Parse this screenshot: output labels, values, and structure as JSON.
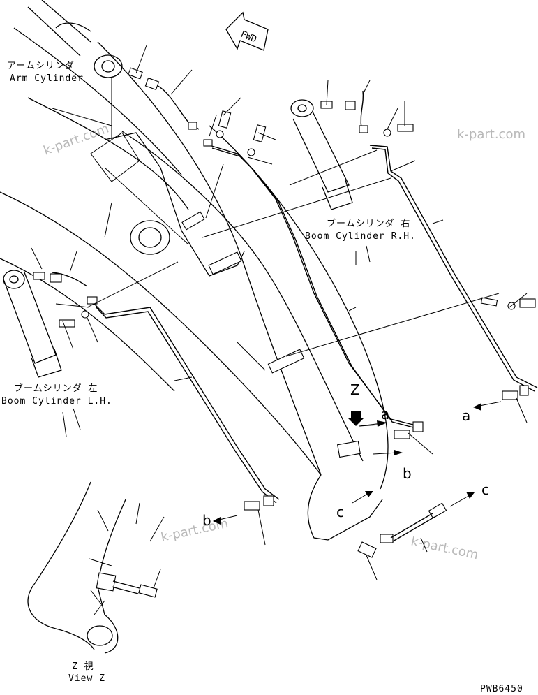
{
  "fwd_label": "FWD",
  "labels": {
    "arm_cylinder_jp": "アームシリンダ",
    "arm_cylinder_en": "Arm Cylinder",
    "boom_rh_jp": "ブームシリンダ 右",
    "boom_rh_en": "Boom Cylinder R.H.",
    "boom_lh_jp": "ブームシリンダ 左",
    "boom_lh_en": "Boom Cylinder L.H.",
    "view_z_jp": "Z 視",
    "view_z_en": "View Z",
    "z_marker": "Z"
  },
  "connection_letters": [
    "a",
    "a",
    "b",
    "b",
    "c",
    "c"
  ],
  "watermarks": [
    "k-part.com",
    "k-part.com",
    "k-part.com",
    "k-part.com"
  ],
  "drawing_code": "PWB6450"
}
